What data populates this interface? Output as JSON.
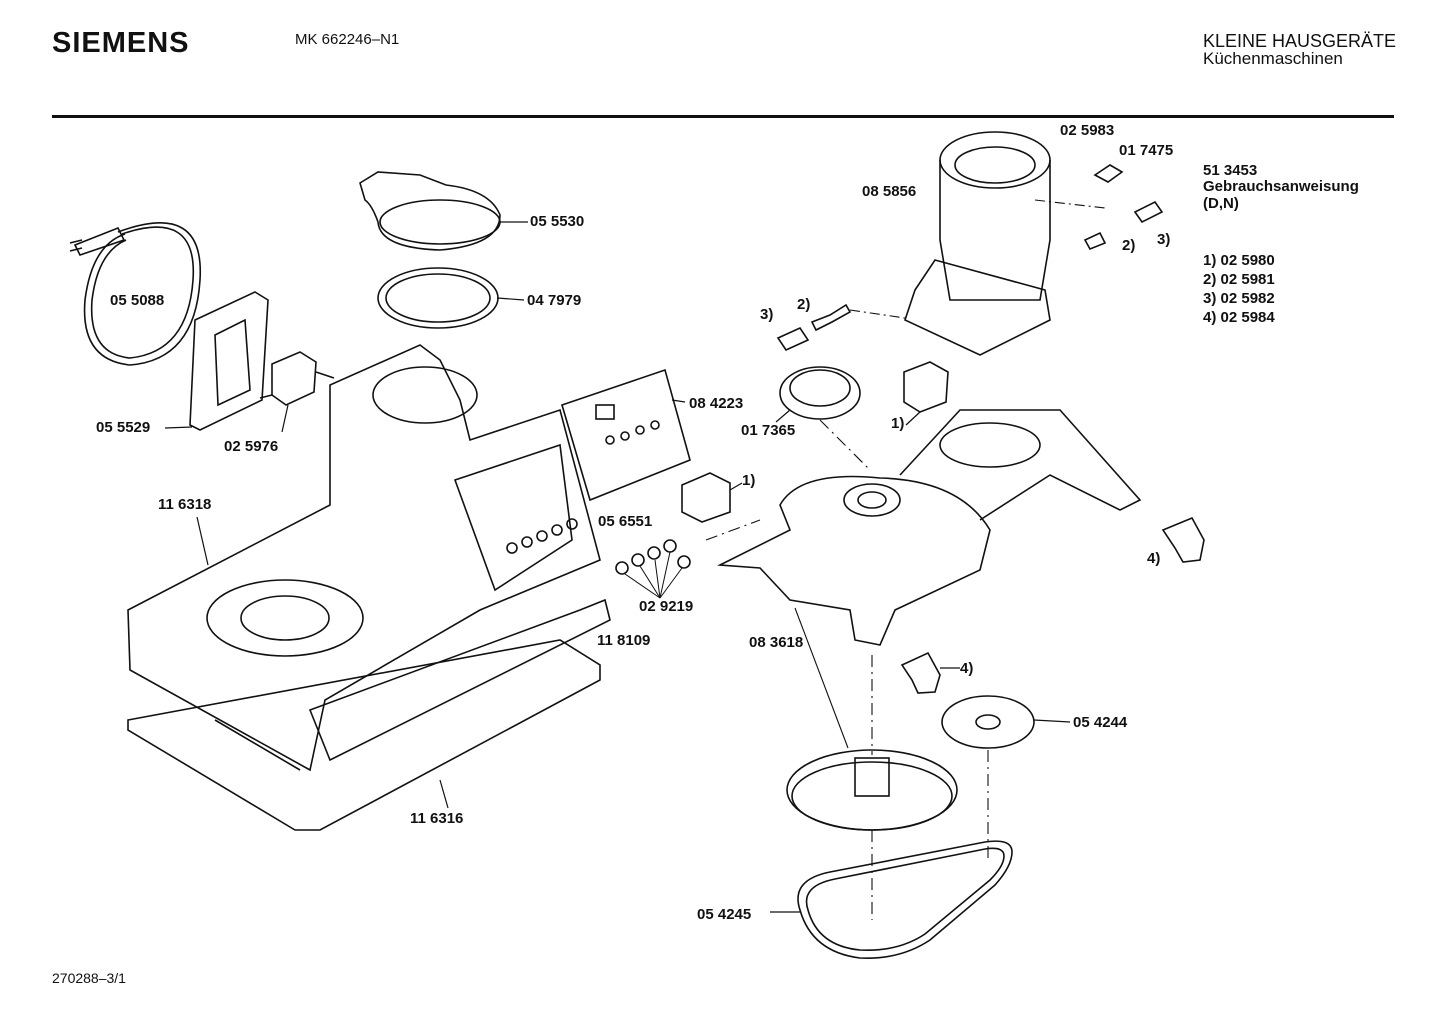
{
  "header": {
    "brand": "SIEMENS",
    "model": "MK  662246–N1",
    "category": "KLEINE HAUSGERÄTE",
    "subcategory": "Küchenmaschinen"
  },
  "footer": {
    "drawing_code": "270288–3/1"
  },
  "document": {
    "number": "51 3453",
    "title": "Gebrauchsanweisung",
    "languages": "(D,N)"
  },
  "legend": [
    "1) 02 5980",
    "2) 02 5981",
    "3) 02 5982",
    "4) 02 5984"
  ],
  "parts": {
    "p055530": "05 5530",
    "p047979": "04 7979",
    "p055088": "05 5088",
    "p055529": "05 5529",
    "p025976": "02 5976",
    "p116318": "11 6318",
    "p084223": "08 4223",
    "p017365": "01 7365",
    "p056551": "05 6551",
    "p029219": "02 9219",
    "p118109": "11 8109",
    "p116316": "11 6316",
    "p083618": "08 3618",
    "p054244": "05 4244",
    "p054245": "05 4245",
    "p025983": "02 5983",
    "p017475": "01 7475",
    "p085856": "08 5856"
  },
  "callouts": {
    "c1a": "1)",
    "c1b": "1)",
    "c2a": "2)",
    "c2b": "2)",
    "c3a": "3)",
    "c3b": "3)",
    "c4a": "4)",
    "c4b": "4)"
  }
}
